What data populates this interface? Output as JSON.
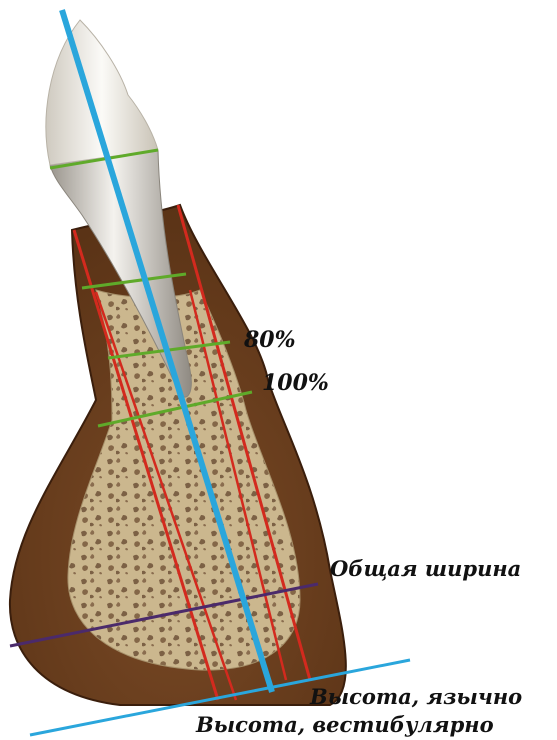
{
  "labels": {
    "pct80": "80%",
    "pct100": "100%",
    "total_width": "Общая ширина",
    "height_lingual": "Высота, язычно",
    "height_vestibular": "Высота, вестибулярно"
  },
  "colors": {
    "gum": "#6b4020",
    "gum_edge": "#3a1e0c",
    "bone": "#cdb88f",
    "bone_spots": "#7c6145",
    "tooth": "#eceae4",
    "red": "#d32a1e",
    "green": "#5faa2a",
    "blue": "#2aa6dc",
    "purple": "#4b2a6b"
  }
}
